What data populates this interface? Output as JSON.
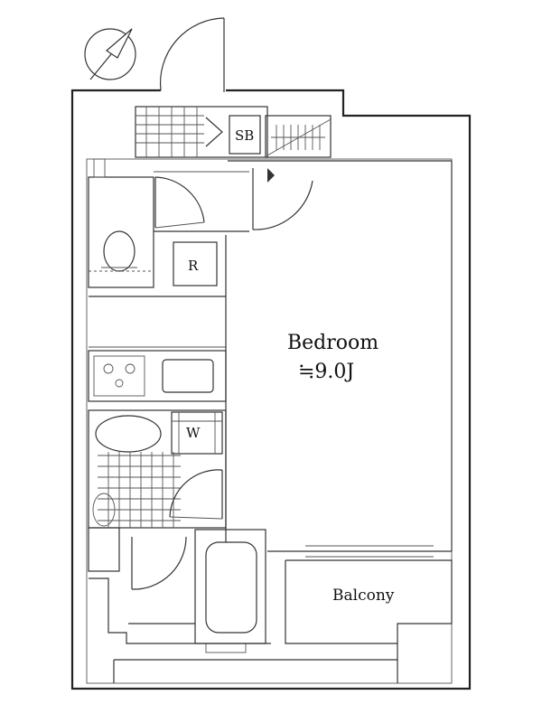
{
  "plan": {
    "bedroom_label": "Bedroom",
    "bedroom_size": "≒9.0J",
    "balcony_label": "Balcony",
    "storage_label": "SB",
    "fridge_label": "R",
    "washer_label": "W"
  }
}
